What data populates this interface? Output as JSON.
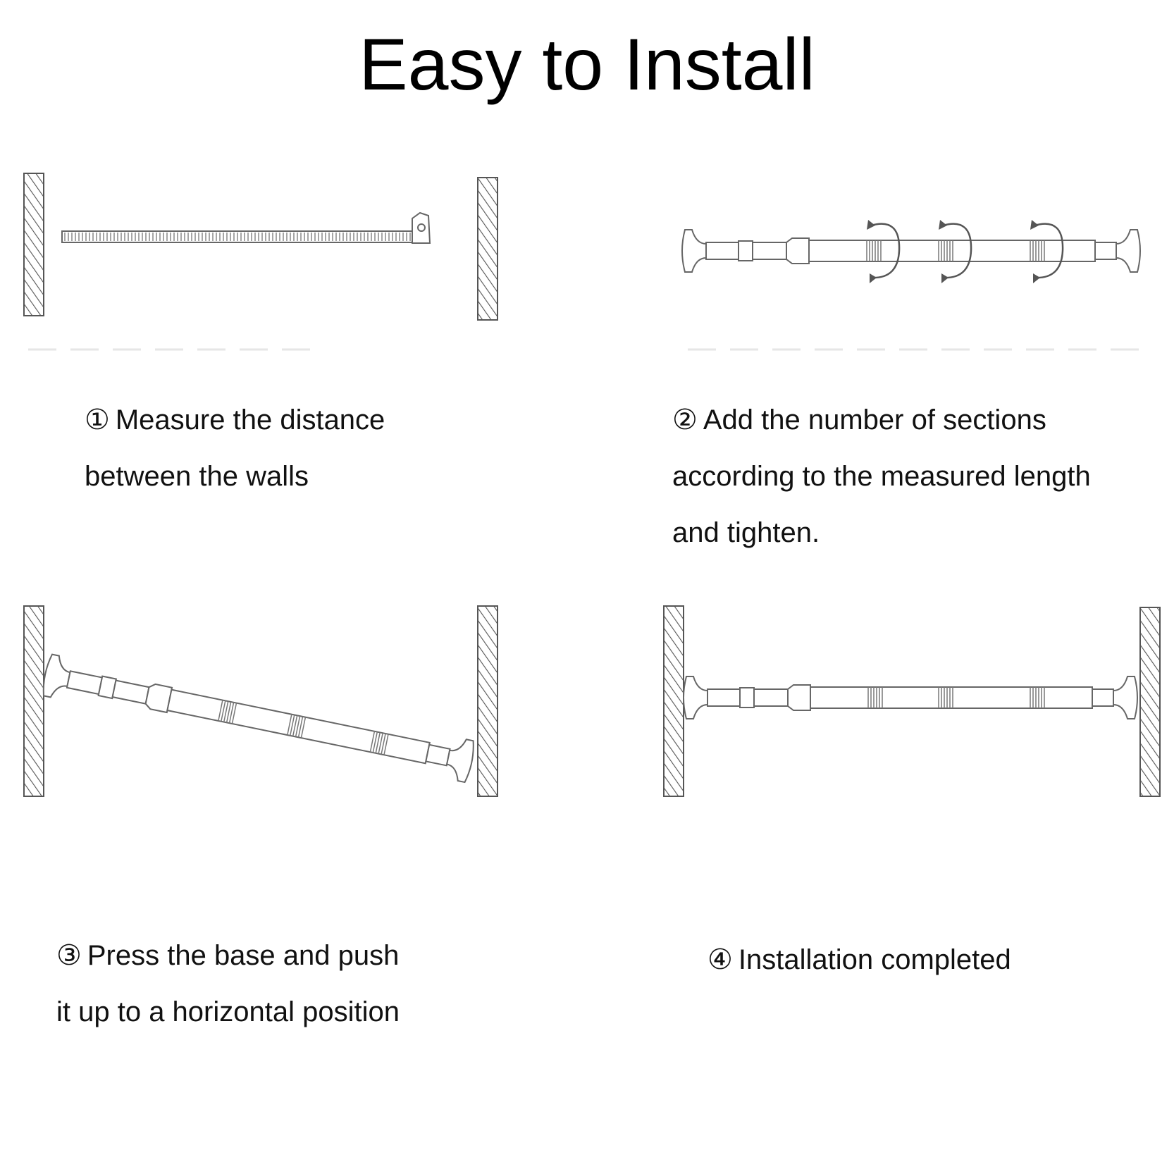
{
  "title": "Easy to Install",
  "steps": [
    {
      "number": "①",
      "lines": [
        "Measure the distance",
        "between the walls"
      ]
    },
    {
      "number": "②",
      "lines": [
        "Add the number of sections",
        "according to the measured length",
        "and tighten."
      ]
    },
    {
      "number": "③",
      "lines": [
        "Press the base and push",
        "it up to a horizontal position"
      ]
    },
    {
      "number": "④",
      "lines": [
        "Installation completed"
      ]
    }
  ],
  "colors": {
    "stroke": "#555555",
    "wall_fill": "#ffffff",
    "text": "#111111"
  }
}
